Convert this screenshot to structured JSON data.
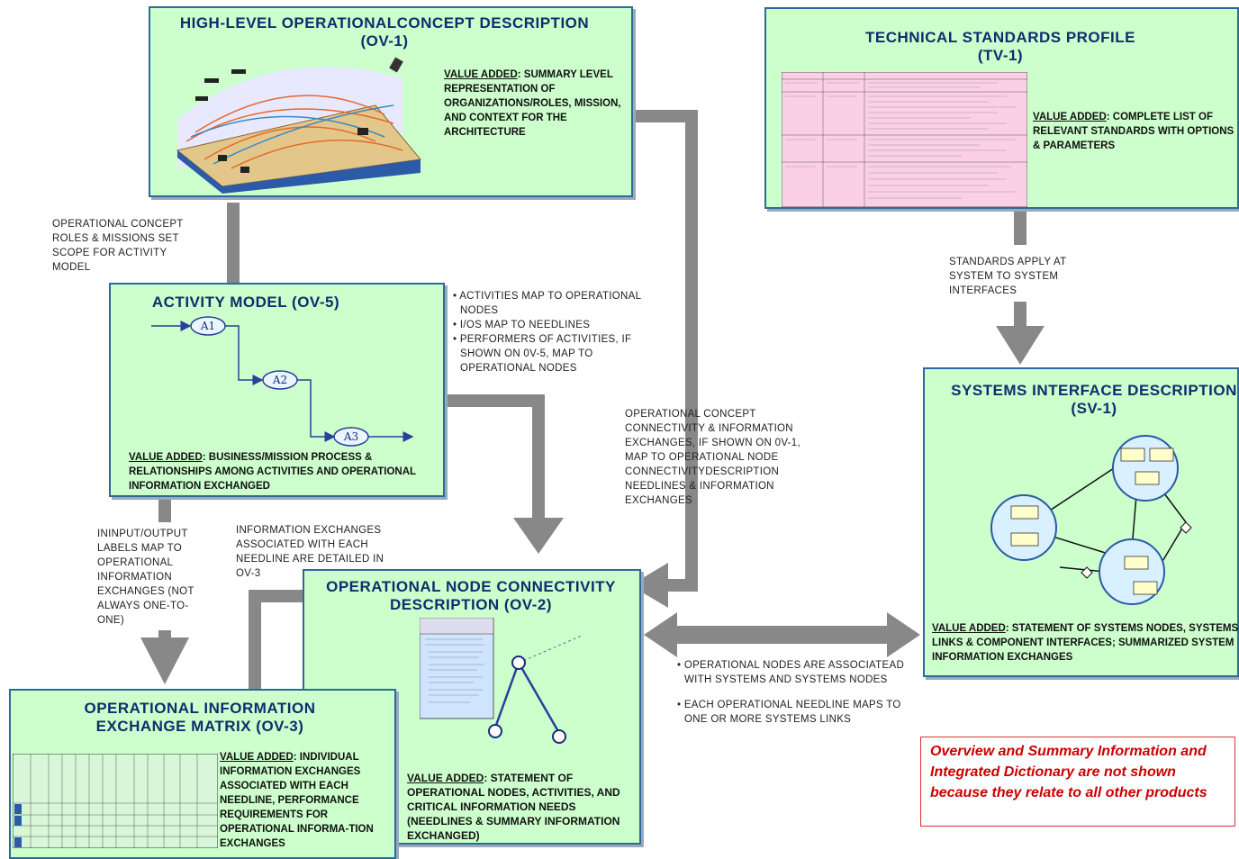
{
  "ov1": {
    "title_line1": "HIGH-LEVEL OPERATIONALCONCEPT DESCRIPTION",
    "title_line2": "(OV-1)",
    "value_added_label": "VALUE ADDED",
    "value_added_text": ": SUMMARY LEVEL REPRESENTATION OF ORGANIZATIONS/ROLES, MISSION, AND CONTEXT FOR THE ARCHITECTURE"
  },
  "tv1": {
    "title_line1": "TECHNICAL STANDARDS PROFILE",
    "title_line2": "(TV-1)",
    "value_added_label": "VALUE ADDED",
    "value_added_text": ": COMPLETE LIST OF RELEVANT STANDARDS WITH OPTIONS & PARAMETERS"
  },
  "ov5": {
    "title": "ACTIVITY MODEL (OV-5)",
    "nodes": [
      "A1",
      "A2",
      "A3"
    ],
    "value_added_label": "VALUE ADDED",
    "value_added_text": ": BUSINESS/MISSION PROCESS & RELATIONSHIPS AMONG ACTIVITIES AND OPERATIONAL INFORMATION EXCHANGED"
  },
  "sv1": {
    "title_line1": "SYSTEMS INTERFACE DESCRIPTION",
    "title_line2": "(SV-1)",
    "value_added_label": "VALUE ADDED",
    "value_added_text": ": STATEMENT OF SYSTEMS NODES, SYSTEMS, LINKS & COMPONENT INTERFACES; SUMMARIZED SYSTEM INFORMATION EXCHANGES"
  },
  "ov2": {
    "title_line1": "OPERATIONAL NODE  CONNECTIVITY",
    "title_line2": "DESCRIPTION (OV-2)",
    "value_added_label": "VALUE ADDED",
    "value_added_text": ": STATEMENT OF OPERATIONAL NODES, ACTIVITIES, AND CRITICAL INFORMATION NEEDS (NEEDLINES & SUMMARY INFORMATION EXCHANGED)"
  },
  "ov3": {
    "title_line1": "OPERATIONAL INFORMATION",
    "title_line2": "EXCHANGE MATRIX (OV-3)",
    "value_added_label": "VALUE ADDED",
    "value_added_text": ": INDIVIDUAL INFORMATION EXCHANGES ASSOCIATED WITH EACH NEEDLINE, PERFORMANCE REQUIREMENTS FOR OPERATIONAL INFORMA-TION EXCHANGES"
  },
  "labels": {
    "ov1_to_ov5": "OPERATIONAL CONCEPT\nROLES & MISSIONS SET\nSCOPE FOR ACTIVITY\nMODEL",
    "tv1_to_sv1": "STANDARDS APPLY AT\nSYSTEM TO SYSTEM\nINTERFACES",
    "ov5_to_ov3": "ININPUT/OUTPUT\nLABELS MAP TO\nOPERATIONAL\nINFORMATION\nEXCHANGES (NOT\nALWAYS ONE-TO-\nONE)",
    "ov3_info": "INFORMATION EXCHANGES\nASSOCIATED WITH EACH\nNEEDLINE ARE DETAILED IN\nOV-3",
    "ov1_to_ov2": "OPERATIONAL CONCEPT\nCONNECTIVITY & INFORMATION\nEXCHANGES, IF SHOWN ON 0V-1,\nMAP TO OPERATIONAL NODE\nCONNECTIVITYDESCRIPTION\nNEEDLINES & INFORMATION\nEXCHANGES"
  },
  "ov5_to_ov2_bullets": [
    "ACTIVITIES MAP TO OPERATIONAL NODES",
    "I/OS MAP TO NEEDLINES",
    "PERFORMERS OF ACTIVITIES, IF SHOWN ON 0V-5,  MAP TO OPERATIONAL NODES"
  ],
  "ov2_to_sv1_bullets": [
    "OPERATIONAL NODES ARE ASSOCIATEAD WITH SYSTEMS AND SYSTEMS NODES",
    "EACH OPERATIONAL NEEDLINE MAPS TO ONE OR MORE SYSTEMS LINKS"
  ],
  "note": "Overview and Summary Information and Integrated Dictionary are not shown because they relate to all other products",
  "colors": {
    "box_fill": "#ccffcc",
    "box_border": "#2c6a9c",
    "arrow": "#888888",
    "note_text": "#cc0000"
  }
}
